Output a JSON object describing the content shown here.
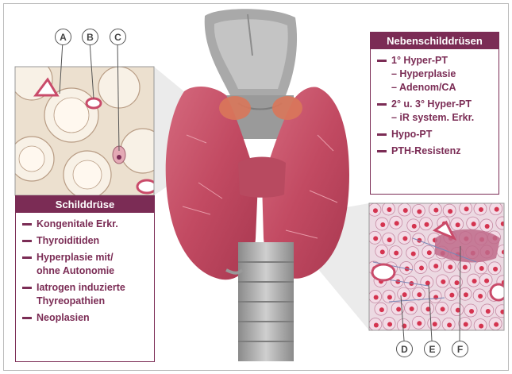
{
  "parathyroid_panel": {
    "title": "Nebenschilddrüsen",
    "items": [
      {
        "lines": [
          "1° Hyper-PT",
          "– Hyperplasie",
          "– Adenom/CA"
        ]
      },
      {
        "lines": [
          "2° u. 3° Hyper-PT",
          "– iR system. Erkr."
        ]
      },
      {
        "lines": [
          "Hypo-PT"
        ]
      },
      {
        "lines": [
          "PTH-Resistenz"
        ]
      }
    ]
  },
  "thyroid_panel": {
    "title": "Schilddrüse",
    "items": [
      {
        "lines": [
          "Kongenitale Erkr."
        ]
      },
      {
        "lines": [
          "Thyroiditiden"
        ]
      },
      {
        "lines": [
          "Hyperplasie mit/",
          "ohne Autonomie"
        ]
      },
      {
        "lines": [
          "Iatrogen induzierte",
          "Thyreopathien"
        ]
      },
      {
        "lines": [
          "Neoplasien"
        ]
      }
    ]
  },
  "letters_top": [
    "A",
    "B",
    "C"
  ],
  "letters_bottom": [
    "D",
    "E",
    "F"
  ],
  "colors": {
    "accent": "#7b2c55",
    "thyroid": "#c9536a",
    "parathyroid": "#d9775a",
    "trachea": "#b0b0b0"
  }
}
